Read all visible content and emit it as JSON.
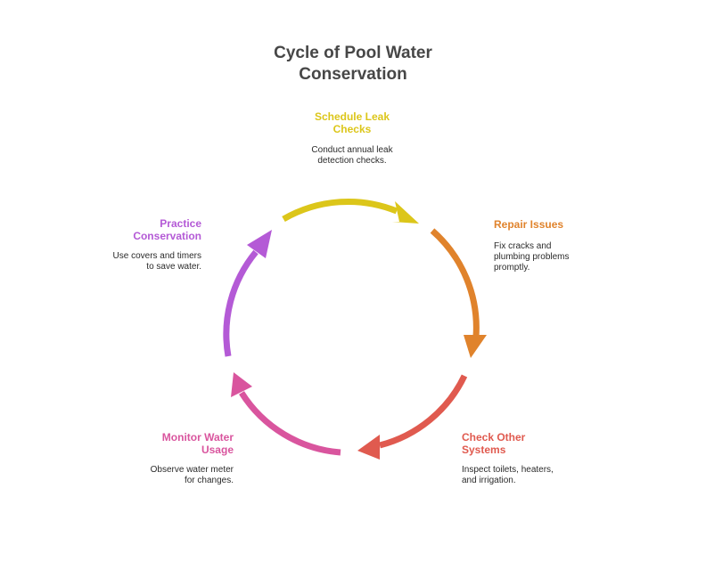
{
  "diagram": {
    "title": "Cycle of Pool Water\nConservation",
    "colors": {
      "title": "#474747",
      "schedule": "#dcc61a",
      "repair": "#e0832c",
      "check": "#e05a4f",
      "monitor": "#d9559e",
      "practice": "#b45ad6"
    },
    "steps": [
      {
        "id": "schedule",
        "title": "Schedule Leak\nChecks",
        "description": "Conduct annual leak\ndetection checks."
      },
      {
        "id": "repair",
        "title": "Repair Issues",
        "description": "Fix cracks and\nplumbing problems\npromptly."
      },
      {
        "id": "check",
        "title": "Check Other\nSystems",
        "description": "Inspect toilets, heaters,\nand irrigation."
      },
      {
        "id": "monitor",
        "title": "Monitor Water\nUsage",
        "description": "Observe water meter\nfor changes."
      },
      {
        "id": "practice",
        "title": "Practice\nConservation",
        "description": "Use covers and timers\nto save water."
      }
    ]
  }
}
